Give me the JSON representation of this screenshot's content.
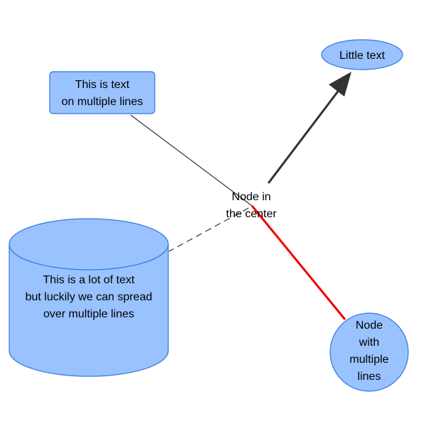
{
  "nodes": {
    "rect": {
      "lines": [
        "This is text",
        "on multiple lines"
      ],
      "shape": "rounded-rectangle"
    },
    "ellipse": {
      "lines": [
        "Little text"
      ],
      "shape": "ellipse"
    },
    "center": {
      "lines": [
        "Node in",
        "the center"
      ],
      "shape": "none"
    },
    "cylinder": {
      "lines": [
        "This is a lot of text",
        "but luckily we can spread",
        "over multiple lines"
      ],
      "shape": "cylinder"
    },
    "circle": {
      "lines": [
        "Node",
        "with",
        "multiple",
        "lines"
      ],
      "shape": "circle"
    }
  },
  "edges": [
    {
      "from": "center",
      "to": "rect",
      "style": "solid",
      "color": "#333333",
      "arrow": false
    },
    {
      "from": "center",
      "to": "ellipse",
      "style": "solid-bold",
      "color": "#333333",
      "arrow": true
    },
    {
      "from": "center",
      "to": "cylinder",
      "style": "dashed",
      "color": "#333333",
      "arrow": false
    },
    {
      "from": "center",
      "to": "circle",
      "style": "solid-bold",
      "color": "#ee0000",
      "arrow": false
    }
  ],
  "colors": {
    "node_fill": "#99c2ff",
    "node_stroke": "#3377dd",
    "edge_default": "#333333",
    "edge_highlight": "#ee0000",
    "text": "#000000"
  }
}
